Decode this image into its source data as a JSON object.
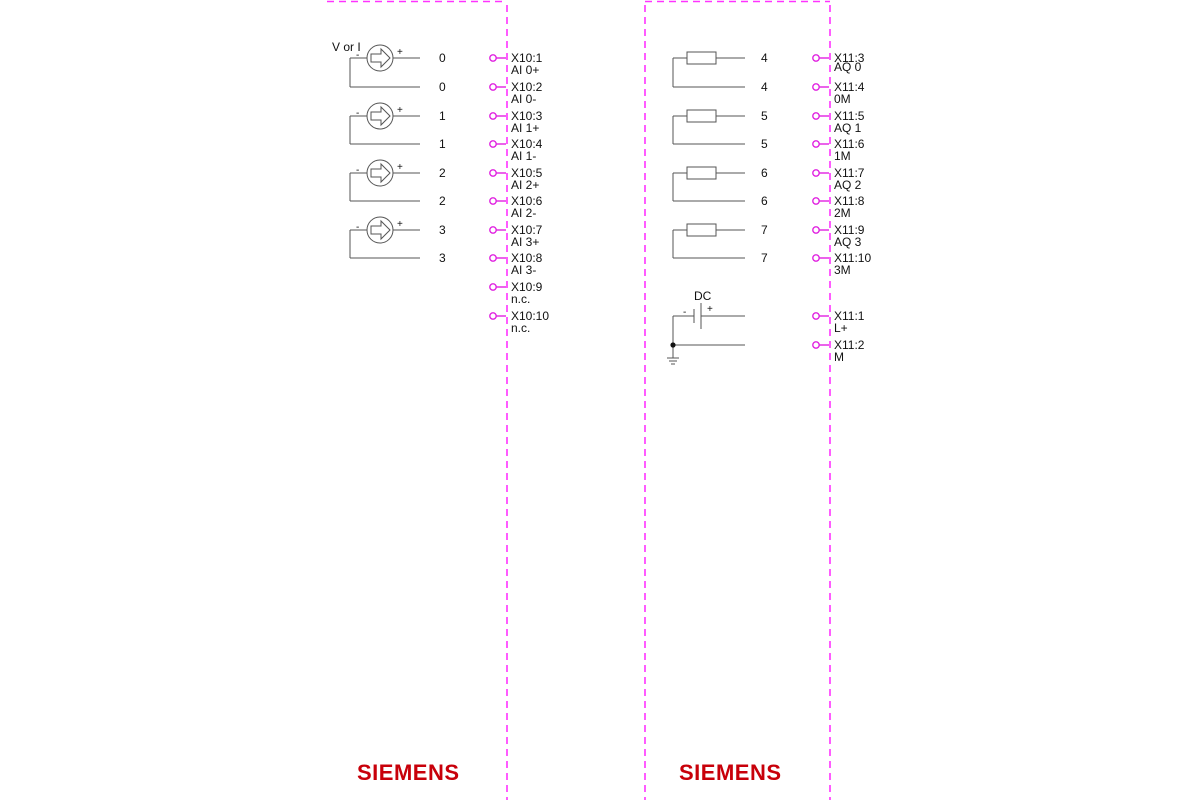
{
  "colors": {
    "module_border": "#ff33ff",
    "terminal": "#e022e0",
    "wire": "#555555",
    "brand": "#c8000a"
  },
  "left_module": {
    "source_label": "V or I",
    "channels": [
      {
        "num": "0",
        "plus": "+",
        "minus": "-"
      },
      {
        "num": "1",
        "plus": "+",
        "minus": "-"
      },
      {
        "num": "2",
        "plus": "+",
        "minus": "-"
      },
      {
        "num": "3",
        "plus": "+",
        "minus": "-"
      }
    ],
    "wire_numbers": [
      "0",
      "0",
      "1",
      "1",
      "2",
      "2",
      "3",
      "3"
    ],
    "terminals": [
      {
        "pin": "X10:1",
        "signal": "AI 0+"
      },
      {
        "pin": "X10:2",
        "signal": "AI 0-"
      },
      {
        "pin": "X10:3",
        "signal": "AI 1+"
      },
      {
        "pin": "X10:4",
        "signal": "AI 1-"
      },
      {
        "pin": "X10:5",
        "signal": "AI 2+"
      },
      {
        "pin": "X10:6",
        "signal": "AI 2-"
      },
      {
        "pin": "X10:7",
        "signal": "AI 3+"
      },
      {
        "pin": "X10:8",
        "signal": "AI 3-"
      },
      {
        "pin": "X10:9",
        "signal": "n.c."
      },
      {
        "pin": "X10:10",
        "signal": "n.c."
      }
    ],
    "brand": "SIEMENS"
  },
  "right_module": {
    "wire_numbers": [
      "4",
      "4",
      "5",
      "5",
      "6",
      "6",
      "7",
      "7"
    ],
    "terminals": [
      {
        "pin": "X11:3",
        "signal": "AQ 0"
      },
      {
        "pin": "X11:4",
        "signal": "0M"
      },
      {
        "pin": "X11:5",
        "signal": "AQ 1"
      },
      {
        "pin": "X11:6",
        "signal": "1M"
      },
      {
        "pin": "X11:7",
        "signal": "AQ 2"
      },
      {
        "pin": "X11:8",
        "signal": "2M"
      },
      {
        "pin": "X11:9",
        "signal": "AQ 3"
      },
      {
        "pin": "X11:10",
        "signal": "3M"
      }
    ],
    "power": {
      "label": "DC",
      "plus": "+",
      "minus": "-",
      "terminals": [
        {
          "pin": "X11:1",
          "signal": "L+"
        },
        {
          "pin": "X11:2",
          "signal": "M"
        }
      ]
    },
    "brand": "SIEMENS"
  }
}
